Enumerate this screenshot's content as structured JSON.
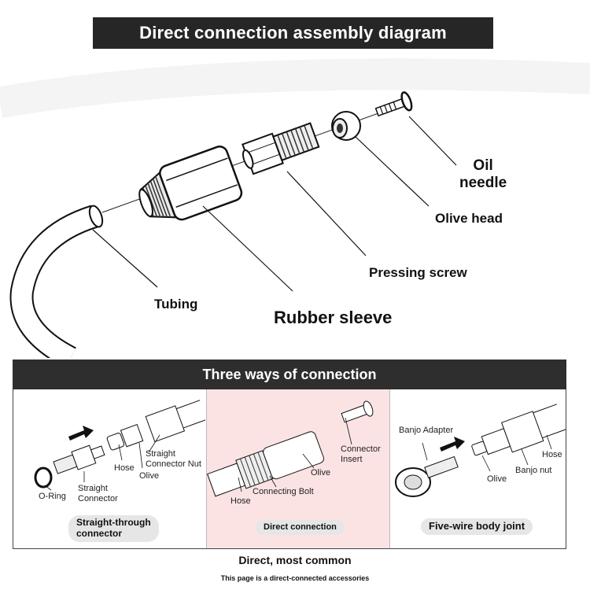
{
  "title": "Direct connection assembly diagram",
  "callouts": {
    "oil_needle": "Oil\nneedle",
    "olive_head": "Olive head",
    "pressing_screw": "Pressing screw",
    "tubing": "Tubing",
    "rubber_sleeve": "Rubber sleeve"
  },
  "section_title": "Three ways of connection",
  "panels": [
    {
      "labels": {
        "o_ring": "O-Ring",
        "straight_connector": "Straight\nConnector",
        "hose": "Hose",
        "olive": "Olive",
        "straight_connector_nut": "Straight\nConnector Nut"
      },
      "caption": "Straight-through\nconnector"
    },
    {
      "labels": {
        "connector_insert": "Connector\nInsert",
        "olive": "Olive",
        "connecting_bolt": "Connecting Bolt",
        "hose": "Hose"
      },
      "caption": "Direct connection"
    },
    {
      "labels": {
        "banjo_adapter": "Banjo Adapter",
        "hose": "Hose",
        "banjo_nut": "Banjo nut",
        "olive": "Olive"
      },
      "caption": "Five-wire body joint"
    }
  ],
  "colors": {
    "title_bar": "#262626",
    "section_bar": "#2e2e2e",
    "highlight_panel": "#fbe3e3"
  },
  "footer": {
    "primary": "Direct, most common",
    "secondary": "This page is a direct-connected accessories"
  }
}
